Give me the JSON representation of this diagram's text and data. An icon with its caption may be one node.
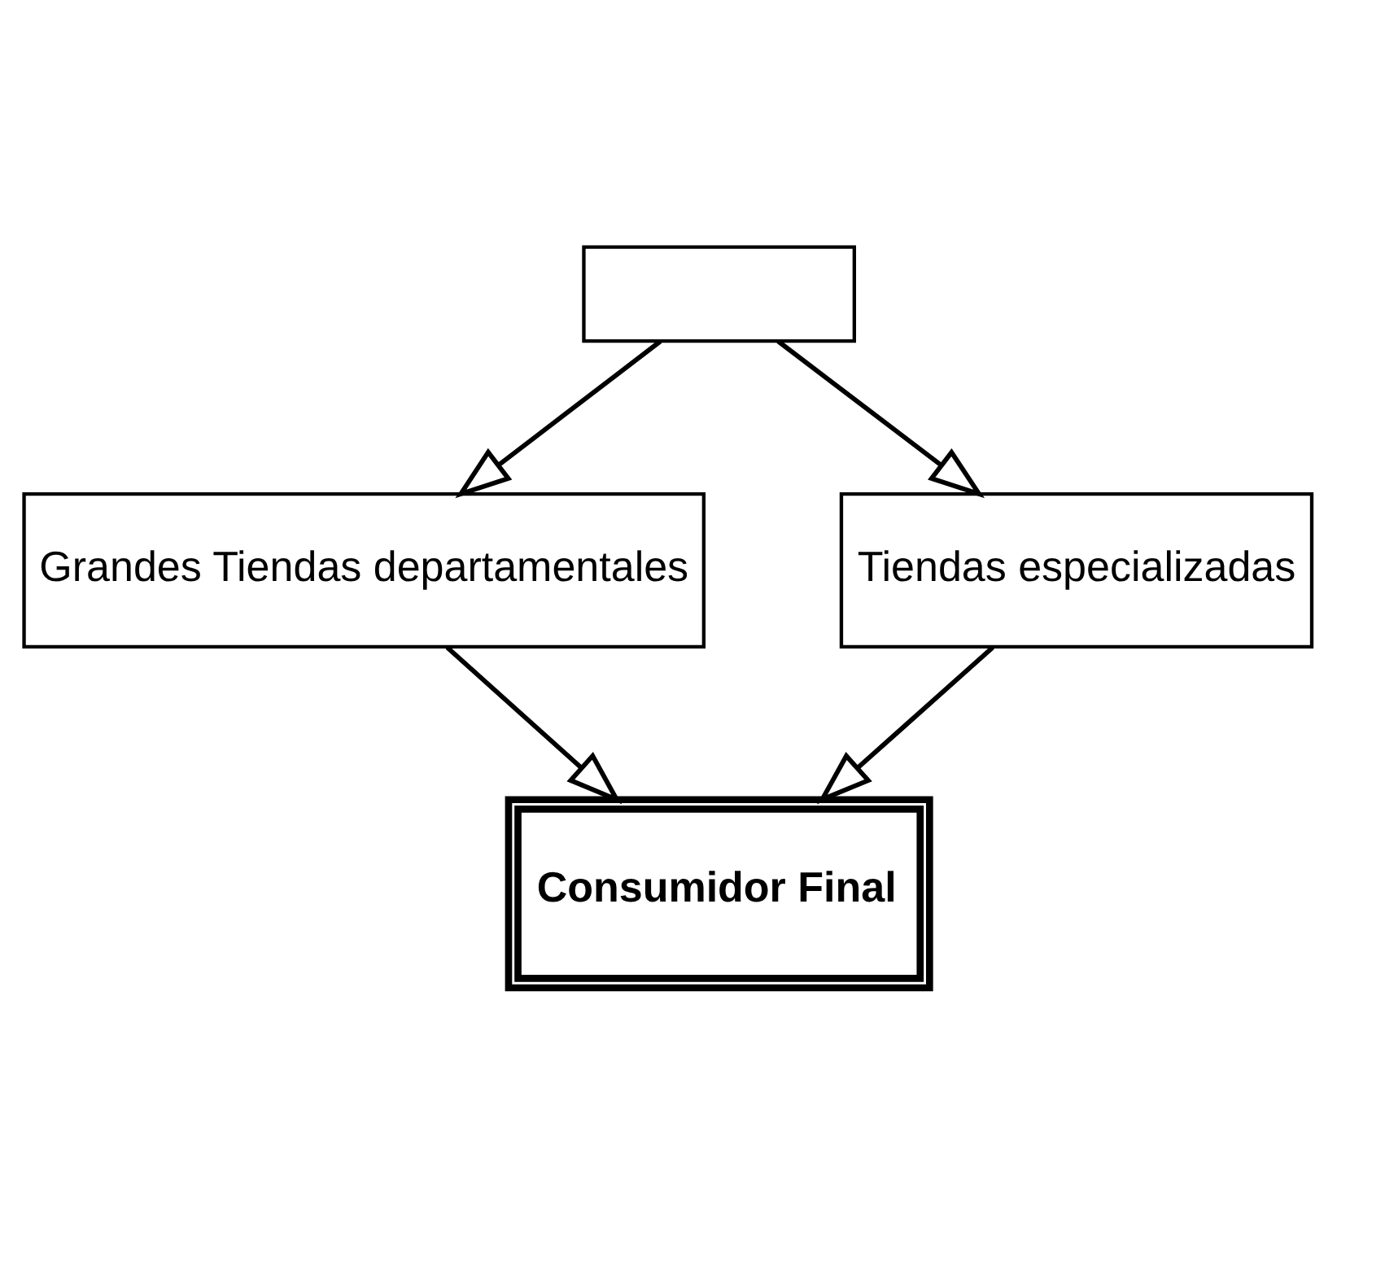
{
  "diagram": {
    "nodes": [
      {
        "text": [],
        "shape": "box"
      },
      {
        "text": [
          "Grandes Tiendas departamentales"
        ]
      },
      {
        "text": [
          "Tiendas especializadas"
        ]
      },
      {
        "text": [
          "Consumidor Final"
        ]
      }
    ],
    "edges": [
      {
        "from": 0,
        "to": 1,
        "arrow": "to"
      },
      {
        "from": 0,
        "to": 2,
        "arrow": "to"
      },
      {
        "from": 1,
        "to": 3,
        "arrow": "to"
      },
      {
        "from": 2,
        "to": 3,
        "arrow": "to"
      }
    ]
  }
}
